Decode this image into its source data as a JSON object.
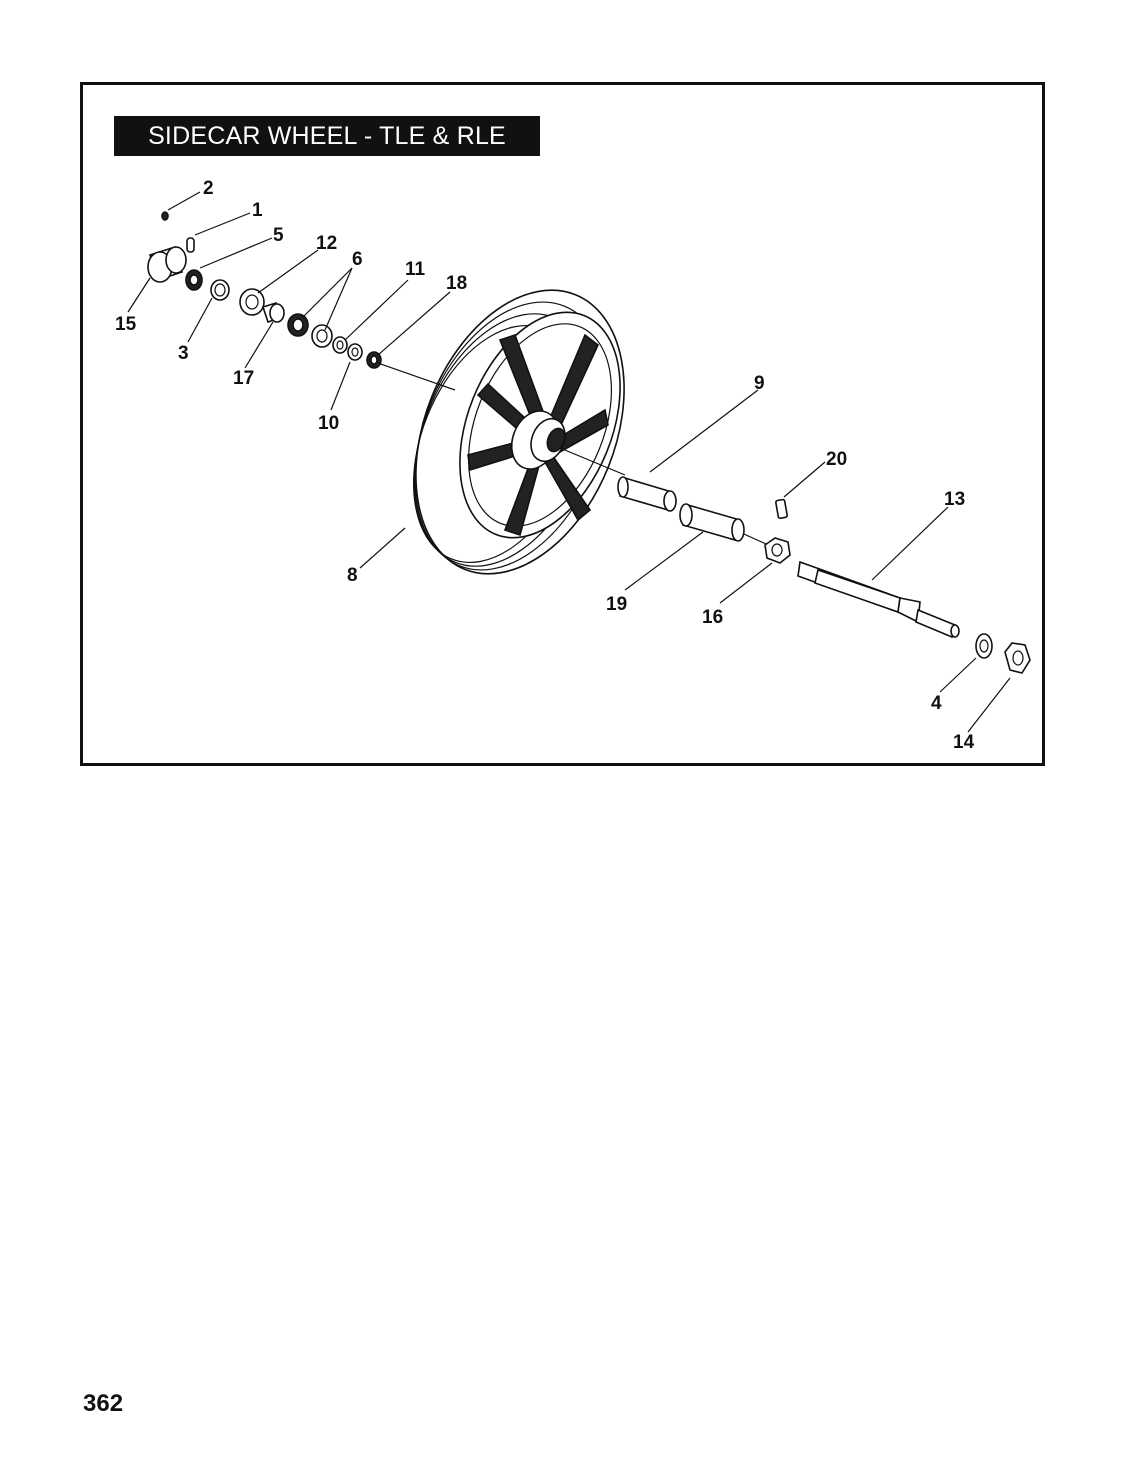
{
  "diagram": {
    "title": "SIDECAR WHEEL - TLE & RLE",
    "callouts": [
      {
        "id": "c1",
        "label": "1"
      },
      {
        "id": "c2",
        "label": "2"
      },
      {
        "id": "c3",
        "label": "3"
      },
      {
        "id": "c4",
        "label": "4"
      },
      {
        "id": "c5",
        "label": "5"
      },
      {
        "id": "c6",
        "label": "6"
      },
      {
        "id": "c8",
        "label": "8"
      },
      {
        "id": "c9",
        "label": "9"
      },
      {
        "id": "c10",
        "label": "10"
      },
      {
        "id": "c11",
        "label": "11"
      },
      {
        "id": "c12",
        "label": "12"
      },
      {
        "id": "c13",
        "label": "13"
      },
      {
        "id": "c14",
        "label": "14"
      },
      {
        "id": "c15",
        "label": "15"
      },
      {
        "id": "c16",
        "label": "16"
      },
      {
        "id": "c17",
        "label": "17"
      },
      {
        "id": "c18",
        "label": "18"
      },
      {
        "id": "c19",
        "label": "19"
      },
      {
        "id": "c20",
        "label": "20"
      }
    ]
  },
  "page": {
    "number": "362"
  }
}
